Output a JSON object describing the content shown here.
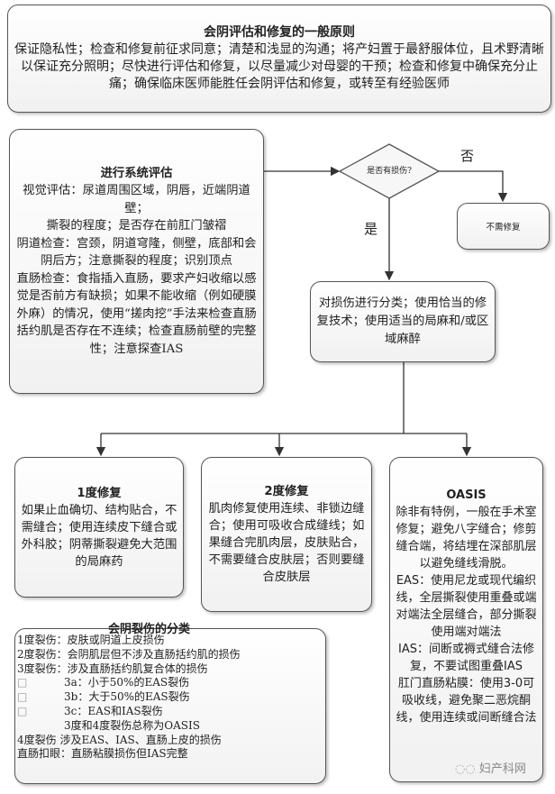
{
  "principles": {
    "title": "会阴评估和修复的一般原则",
    "body": "保证隐私性；检查和修复前征求同意；清楚和浅显的沟通；将产妇置于最舒服体位，且术野清晰以保证充分照明；尽快进行评估和修复，以尽量减少对母婴的干预；检查和修复中确保充分止痛；确保临床医师能胜任会阴评估和修复，或转至有经验医师"
  },
  "assessment": {
    "title": "进行系统评估",
    "body": "视觉评估：尿道周围区域，阴唇，近端阴道壁；\n撕裂的程度；是否存在前肛门皱褶\n阴道检查：宫颈，阴道穹隆，侧壁，底部和会阴后方；注意撕裂的程度；识别顶点\n直肠检查：食指插入直肠，要求产妇收缩以感觉是否前方有缺损；如果不能收缩（例如硬膜外麻）的情况，使用“搓肉挖”手法来检查直肠括约肌是否存在不连续；检查直肠前壁的完整性；注意探查IAS"
  },
  "decision": {
    "question": "是否有损伤?",
    "no_label": "否",
    "yes_label": "是"
  },
  "no_repair": "不需修复",
  "classify": "对损伤进行分类；使用恰当的修复技术；使用适当的局麻和/或区域麻醉",
  "degree1": {
    "title": "1度修复",
    "body": "如果止血确切、结构贴合，不需缝合；使用连续皮下缝合或外科胶；阴蒂撕裂避免大范围的局麻药"
  },
  "degree2": {
    "title": "2度修复",
    "body": "肌肉修复使用连续、非锁边缝合；使用可吸收合成缝线；如果缝合完肌肉层，皮肤贴合，不需要缝合皮肤层；否则要缝合皮肤层"
  },
  "oasis": {
    "title": "OASIS",
    "p1": "除非有特例，一般在手术室修复；避免八字缝合；修剪缝合端，将结埋在深部肌层以避免缝线滑脱。",
    "p2": "EAS：使用尼龙或现代编织线，全层撕裂使用重叠或端对端法全层缝合，部分撕裂使用端对端法",
    "p3": "IAS：间断或褥式缝合法修复，不要试图重叠IAS",
    "p4": "肛门直肠粘膜：使用3-0可吸收线，避免聚二恶烷酮线，使用连续或间断缝合法"
  },
  "classification": {
    "title": "会阴裂伤的分类",
    "rows": [
      {
        "bullet": "",
        "text": "1度裂伤：皮肤或阴道上皮损伤"
      },
      {
        "bullet": "",
        "text": "2度裂伤：会阴肌层但不涉及直肠括约肌的损伤"
      },
      {
        "bullet": "",
        "text": "3度裂伤：涉及直肠括约肌复合体的损伤"
      },
      {
        "bullet": "□",
        "text": "3a：小于50%的EAS裂伤"
      },
      {
        "bullet": "□",
        "text": "3b：大于50%的EAS裂伤"
      },
      {
        "bullet": "□",
        "text": "3c：EAS和IAS裂伤"
      },
      {
        "bullet": " ",
        "text": "3度和4度裂伤总称为OASIS"
      },
      {
        "bullet": "",
        "text": "4度裂伤 涉及EAS、IAS、直肠上皮的损伤"
      },
      {
        "bullet": "",
        "text": "直肠扣眼：直肠粘膜损伤但IAS完整"
      }
    ]
  },
  "watermark": "妇产科网"
}
